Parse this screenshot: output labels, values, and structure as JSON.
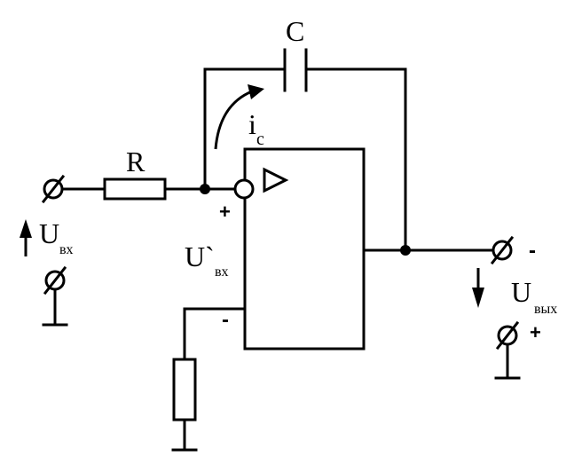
{
  "labels": {
    "capacitor": "C",
    "resistor": "R",
    "current_main": "i",
    "current_sub": "c",
    "input_voltage_main": "U",
    "input_voltage_sub": "вх",
    "diff_voltage_main": "U`",
    "diff_voltage_sub": "вх",
    "output_voltage_main": "U",
    "output_voltage_sub": "вых",
    "noninverting_sign": "+",
    "inverting_sign": "-",
    "output_minus": "-",
    "output_plus": "+"
  }
}
